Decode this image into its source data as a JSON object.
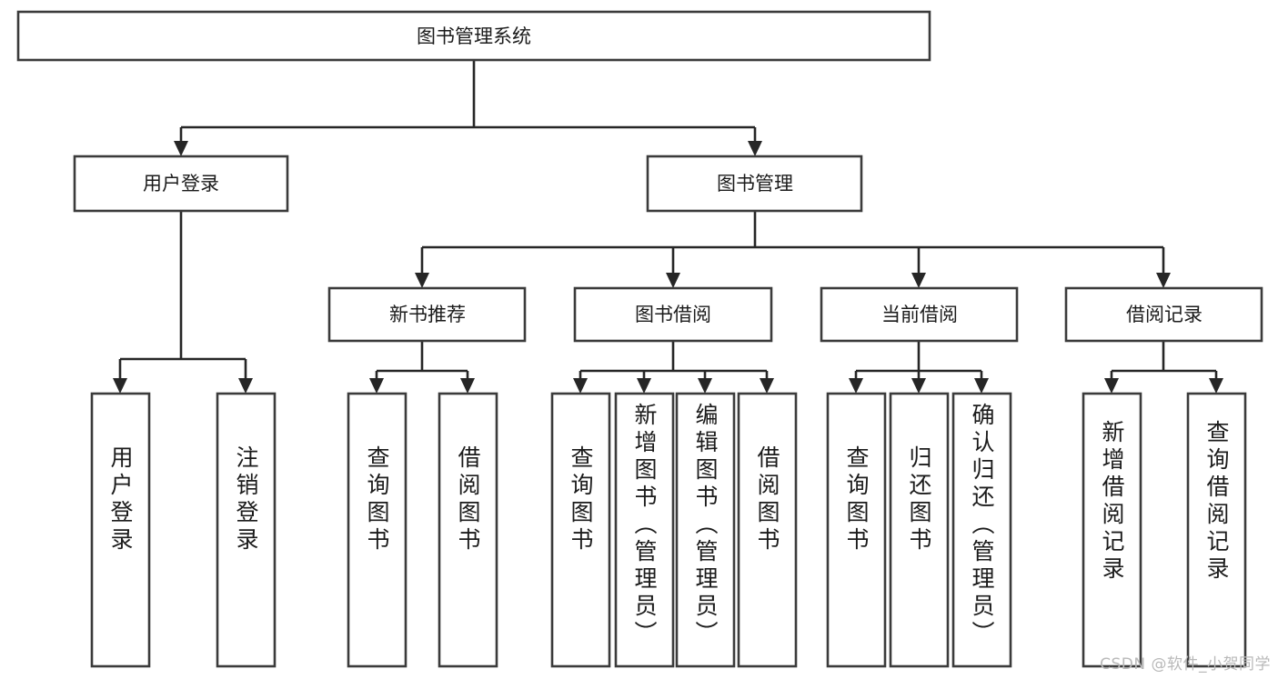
{
  "diagram": {
    "title_node": {
      "label": "图书管理系统"
    },
    "level2": [
      {
        "id": "user-login",
        "label": "用户登录"
      },
      {
        "id": "book-management",
        "label": "图书管理"
      }
    ],
    "level3": [
      {
        "id": "new-book-recommend",
        "label": "新书推荐"
      },
      {
        "id": "book-borrow",
        "label": "图书借阅"
      },
      {
        "id": "current-borrow",
        "label": "当前借阅"
      },
      {
        "id": "borrow-record",
        "label": "借阅记录"
      }
    ],
    "leaves": [
      {
        "id": "leaf-user-login",
        "label": "用户登录",
        "parent": "user-login"
      },
      {
        "id": "leaf-logout",
        "label": "注销登录",
        "parent": "user-login"
      },
      {
        "id": "leaf-query-book-1",
        "label": "查询图书",
        "parent": "new-book-recommend"
      },
      {
        "id": "leaf-borrow-book-1",
        "label": "借阅图书",
        "parent": "new-book-recommend"
      },
      {
        "id": "leaf-query-book-2",
        "label": "查询图书",
        "parent": "book-borrow"
      },
      {
        "id": "leaf-add-book",
        "label": "新增图书（管理员）",
        "parent": "book-borrow"
      },
      {
        "id": "leaf-edit-book",
        "label": "编辑图书（管理员）",
        "parent": "book-borrow"
      },
      {
        "id": "leaf-borrow-book-2",
        "label": "借阅图书",
        "parent": "book-borrow"
      },
      {
        "id": "leaf-query-book-3",
        "label": "查询图书",
        "parent": "current-borrow"
      },
      {
        "id": "leaf-return-book",
        "label": "归还图书",
        "parent": "current-borrow"
      },
      {
        "id": "leaf-confirm-return",
        "label": "确认归还（管理员）",
        "parent": "current-borrow"
      },
      {
        "id": "leaf-add-record",
        "label": "新增借阅记录",
        "parent": "borrow-record"
      },
      {
        "id": "leaf-query-record",
        "label": "查询借阅记录",
        "parent": "borrow-record"
      }
    ]
  },
  "watermark": {
    "text": "CSDN @软件_小贺同学"
  },
  "colors": {
    "box_stroke": "#3b3b3b",
    "connector": "#262626",
    "text": "#1b1b1b",
    "background": "#ffffff",
    "watermark": "#b9b9b9"
  }
}
